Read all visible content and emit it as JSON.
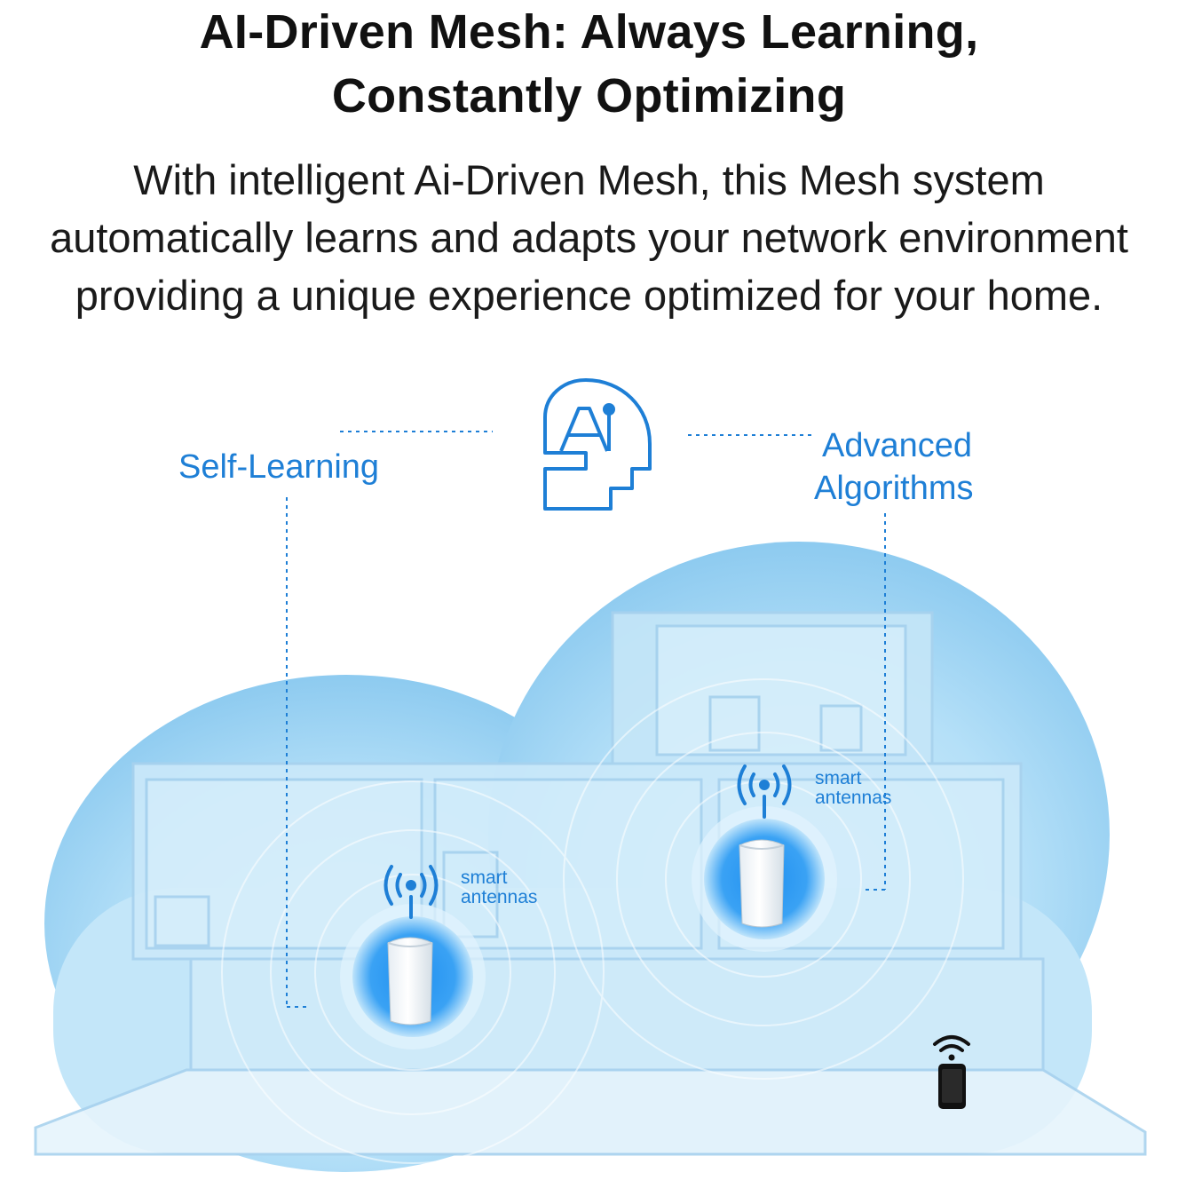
{
  "heading": {
    "line1": "AI-Driven Mesh: Always Learning,",
    "line2": "Constantly Optimizing"
  },
  "description": {
    "line1": "With intelligent Ai-Driven Mesh, this Mesh system",
    "line2": "automatically learns and adapts your network environment",
    "line3": "providing a unique experience optimized for your home."
  },
  "features": {
    "self_learning": "Self-Learning",
    "advanced_line1": "Advanced",
    "advanced_line2": "Algorithms"
  },
  "unit_left": {
    "line1": "smart",
    "line2": "antennas"
  },
  "unit_right": {
    "line1": "smart",
    "line2": "antennas"
  },
  "icons": [
    "ai-head-icon",
    "antenna-signal-icon",
    "mesh-router-icon",
    "smartphone-wifi-icon"
  ],
  "colors": {
    "accent": "#1e7fd6",
    "cloud": "#9fd4f3",
    "heading": "#111111"
  }
}
